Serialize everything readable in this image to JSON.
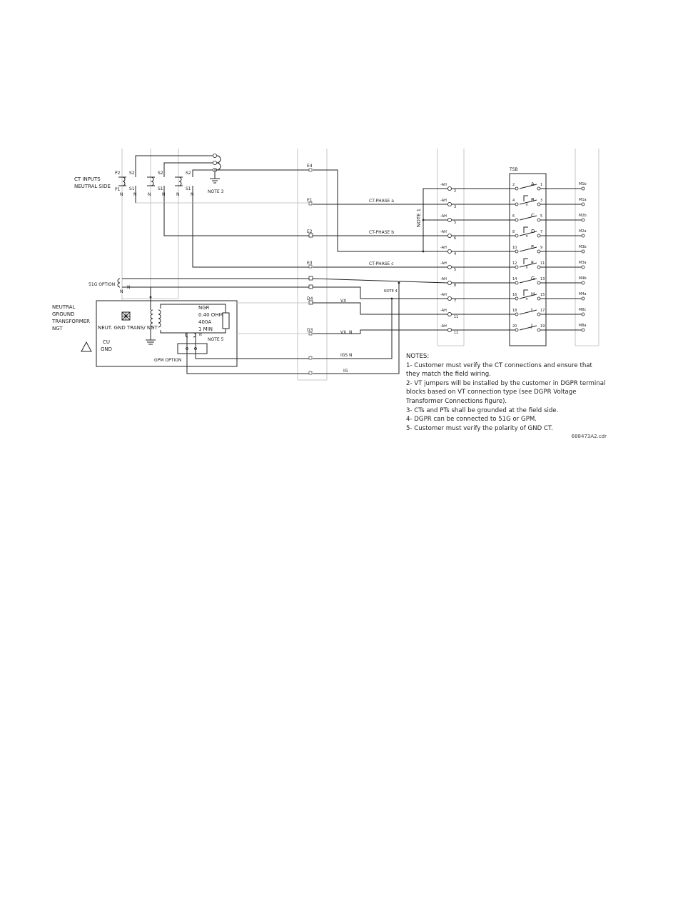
{
  "left": {
    "ct_inputs": "CT INPUTS",
    "neutral_side": "NEUTRAL SIDE",
    "p2": "P2",
    "p1": "P1",
    "s2": "S2",
    "s1": "S1",
    "note3": "NOTE 3",
    "opt51g": "51G OPTION",
    "ngt1": "NEUTRAL",
    "ngt2": "GROUND",
    "ngt3": "TRANSFORMER",
    "ngt4": "NGT",
    "neut_gnd": "NEUT. GND TRANS/ NGT",
    "cu": "CU",
    "gnd": "GND",
    "ngr": "NGR",
    "ohm": "0.40 OHM",
    "amp": "400A",
    "min": "1 MIN",
    "note5": "NOTE 5",
    "gpm": "GPM OPTION"
  },
  "mid": {
    "e4": "E4",
    "e1": "E1",
    "e2": "E2",
    "e3": "E3",
    "d4": "D4",
    "d3": "D3",
    "ct_a": "CT-PHASE a",
    "ct_b": "CT-PHASE b",
    "ct_c": "CT-PHASE c",
    "vx1": "VX",
    "vx2": "VX",
    "igs": "IGS",
    "ig": "IG",
    "note4": "NOTE 4",
    "note1": "NOTE 1"
  },
  "right": {
    "tsb": "TSB",
    "ah": "-AH",
    "ah_nums": [
      "2",
      "3",
      "5",
      "6",
      "4",
      "5",
      "8",
      "7",
      "11",
      "12"
    ],
    "switches": [
      "A",
      "B",
      "C",
      "D",
      "E",
      "F",
      "G",
      "H",
      "I",
      "J"
    ],
    "left_nums": [
      "2",
      "4",
      "6",
      "8",
      "10",
      "12",
      "14",
      "16",
      "18",
      "20"
    ],
    "right_nums": [
      "1",
      "3",
      "5",
      "7",
      "9",
      "11",
      "13",
      "15",
      "17",
      "19"
    ],
    "outputs": [
      "M1b",
      "M1a",
      "M2b",
      "M2a",
      "M3b",
      "M3a",
      "M4b",
      "M4a",
      "M8c",
      "M8a"
    ]
  },
  "notes": {
    "heading": "NOTES:",
    "n1": "1- Customer must verify the CT connections and ensure that they match the field wiring.",
    "n2": "2- VT jumpers will be installed by the customer in DGPR terminal blocks based on VT connection type (see DGPR Voltage Transformer Connections figure).",
    "n3": "3- CTs and PTs shall be grounded at the field side.",
    "n4": "4- DGPR can be connected to 51G or GPM.",
    "n5": "5- Customer must verify the polarity of GND CT."
  },
  "figure_id": "688473A2.cdr"
}
